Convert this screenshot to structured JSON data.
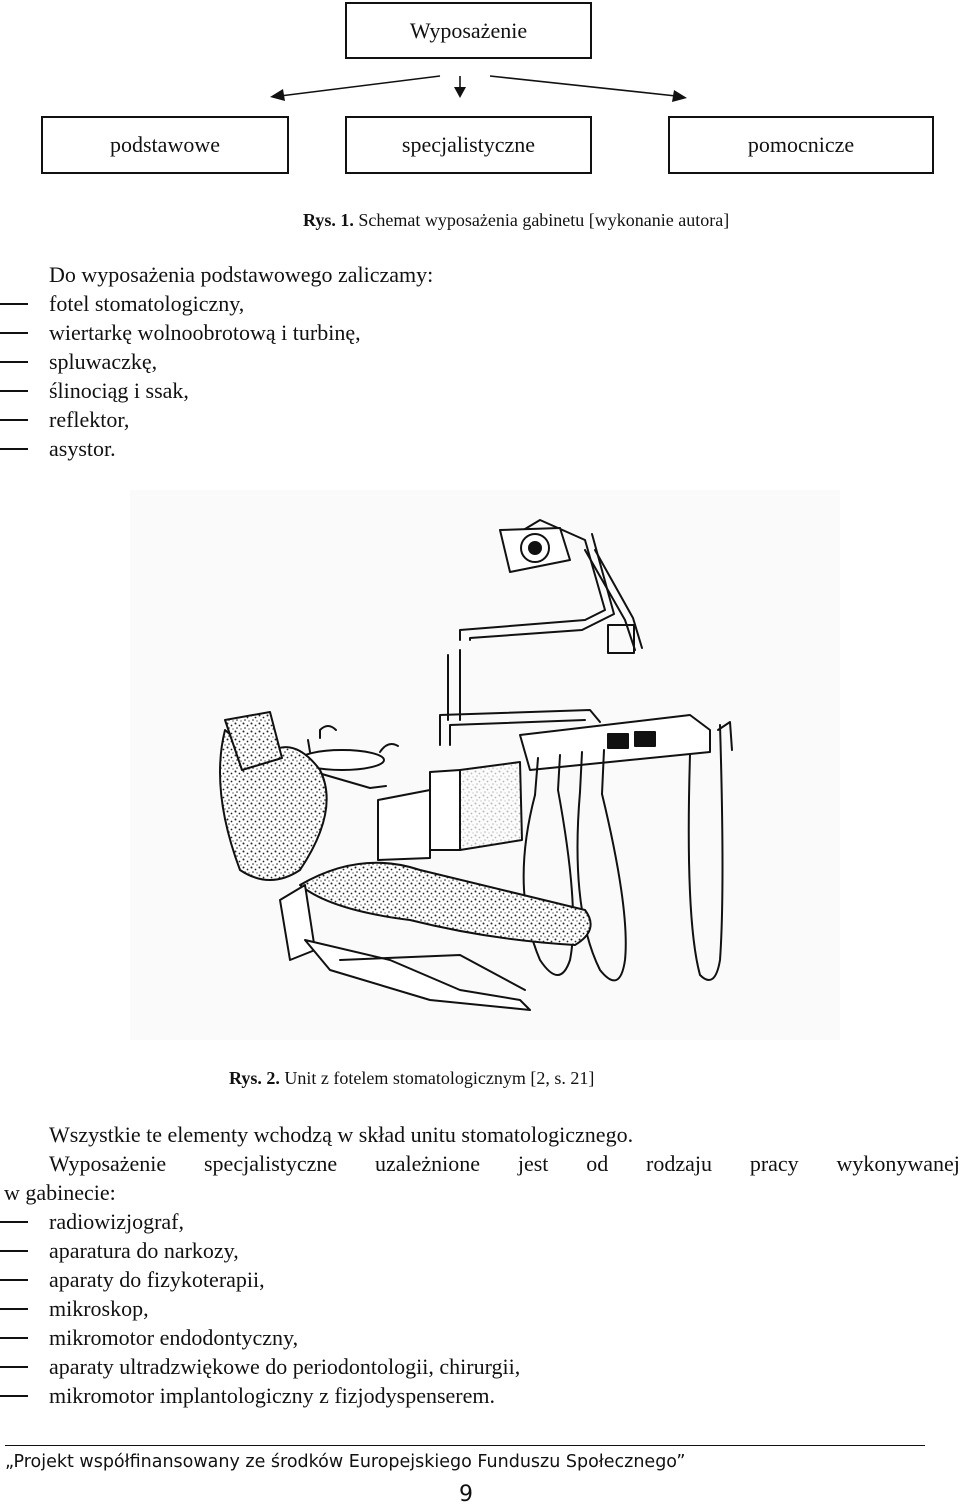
{
  "diagram": {
    "root": "Wyposażenie",
    "children": [
      "podstawowe",
      "specjalistyczne",
      "pomocnicze"
    ]
  },
  "caption1": {
    "label": "Rys. 1.",
    "text": " Schemat wyposażenia gabinetu [wykonanie autora]"
  },
  "section1": {
    "intro": "Do wyposażenia podstawowego zaliczamy:",
    "items": [
      "fotel stomatologiczny,",
      "wiertarkę wolnoobrotową i turbinę,",
      "spluwaczkę,",
      "ślinociąg i ssak,",
      "reflektor,",
      "asystor."
    ]
  },
  "caption2": {
    "label": "Rys. 2.",
    "text": " Unit z fotelem stomatologicznym [2, s. 21]"
  },
  "section2": {
    "line1": "Wszystkie te elementy wchodzą w skład unitu stomatologicznego.",
    "line2_words": [
      "Wyposażenie",
      "specjalistyczne",
      "uzależnione",
      "jest",
      "od",
      "rodzaju",
      "pracy",
      "wykonywanej"
    ],
    "line3": "w gabinecie:",
    "items": [
      "radiowizjograf,",
      "aparatura do narkozy,",
      "aparaty do fizykoterapii,",
      "mikroskop,",
      "mikromotor endodontyczny,",
      "aparaty ultradzwiękowe do periodontologii, chirurgii,",
      "mikromotor implantologiczny z fizjodyspenserem."
    ]
  },
  "footer": {
    "text": "„Projekt współfinansowany ze środków Europejskiego Funduszu Społecznego”",
    "page": "9"
  }
}
